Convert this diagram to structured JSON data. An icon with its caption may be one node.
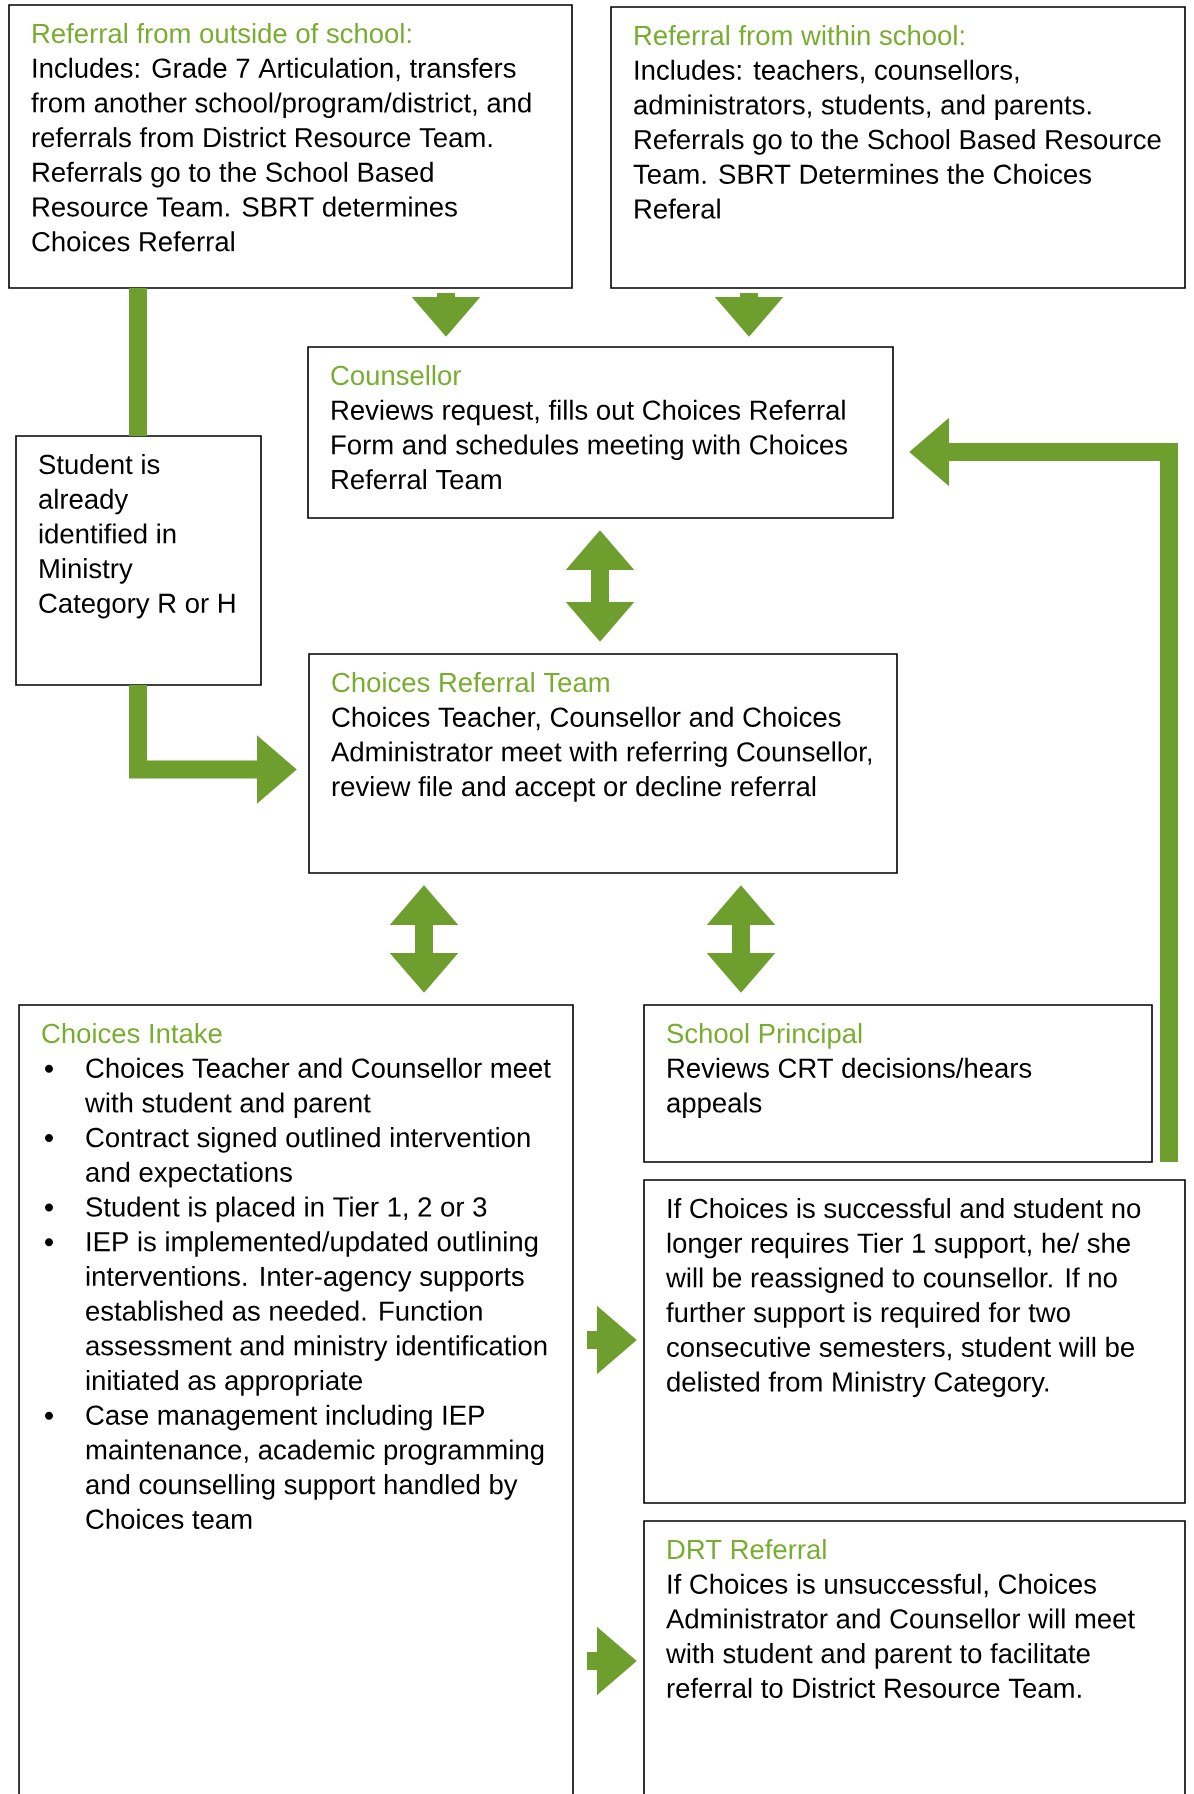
{
  "diagram": {
    "nodes": [
      {
        "text": [
          "Referral from outside of school:",
          "Includes: Grade 7 Articulation, transfers from another school/program/district, and referrals from District Resource Team. Referrals go to the School Based Resource Team. SBRT determines Choices Referral"
        ]
      },
      {
        "text": [
          "Referral from within school:",
          "Includes: teachers, counsellors, administrators, students, and parents. Referrals go to the School Based Resource Team. SBRT Determines the Choices Referal"
        ]
      },
      {
        "text": [
          "Counsellor",
          "Reviews request, fills out Choices Referral Form and schedules meeting with Choices Referral Team"
        ]
      },
      {
        "text": [
          "Student is already identified in Ministry Category R or H"
        ]
      },
      {
        "text": [
          "Choices Referral Team",
          "Choices Teacher, Counsellor and Choices Administrator meet with referring Counsellor, review file and accept or decline referral"
        ]
      },
      {
        "text": [
          "Choices Intake",
          "Choices Teacher and Counsellor meet with student and parent",
          "Contract signed outlined intervention and expectations",
          "Student is placed in Tier 1, 2 or 3",
          "IEP is implemented/updated outlining interventions. Inter-agency supports established as needed. Function assessment and ministry identification initiated as appropriate",
          "Case management including IEP maintenance, academic programming and counselling support handled by Choices team"
        ]
      },
      {
        "text": [
          "School Principal",
          "Reviews CRT decisions/hears appeals"
        ]
      },
      {
        "text": [
          "If Choices is successful and student no longer requires Tier 1 support, he/ she will be reassigned to counsellor. If no further support is required for two consecutive semesters, student will be delisted from Ministry Category."
        ]
      },
      {
        "text": [
          "DRT Referral",
          "If Choices is unsuccessful, Choices Administrator and Counsellor will meet with student and parent to facilitate referral to District Resource Team."
        ]
      }
    ],
    "edges": [
      {
        "from": 0,
        "to": 2,
        "arrow": "to"
      },
      {
        "from": 1,
        "to": 2,
        "arrow": "to"
      },
      {
        "from": 0,
        "to": 3,
        "arrow": "none"
      },
      {
        "from": 3,
        "to": 4,
        "arrow": "to"
      },
      {
        "from": 2,
        "to": 4,
        "arrow": "both"
      },
      {
        "from": 4,
        "to": 5,
        "arrow": "both"
      },
      {
        "from": 4,
        "to": 6,
        "arrow": "both"
      },
      {
        "from": 6,
        "to": 2,
        "arrow": "to"
      },
      {
        "from": 5,
        "to": 7,
        "arrow": "to"
      },
      {
        "from": 5,
        "to": 8,
        "arrow": "to"
      }
    ]
  }
}
